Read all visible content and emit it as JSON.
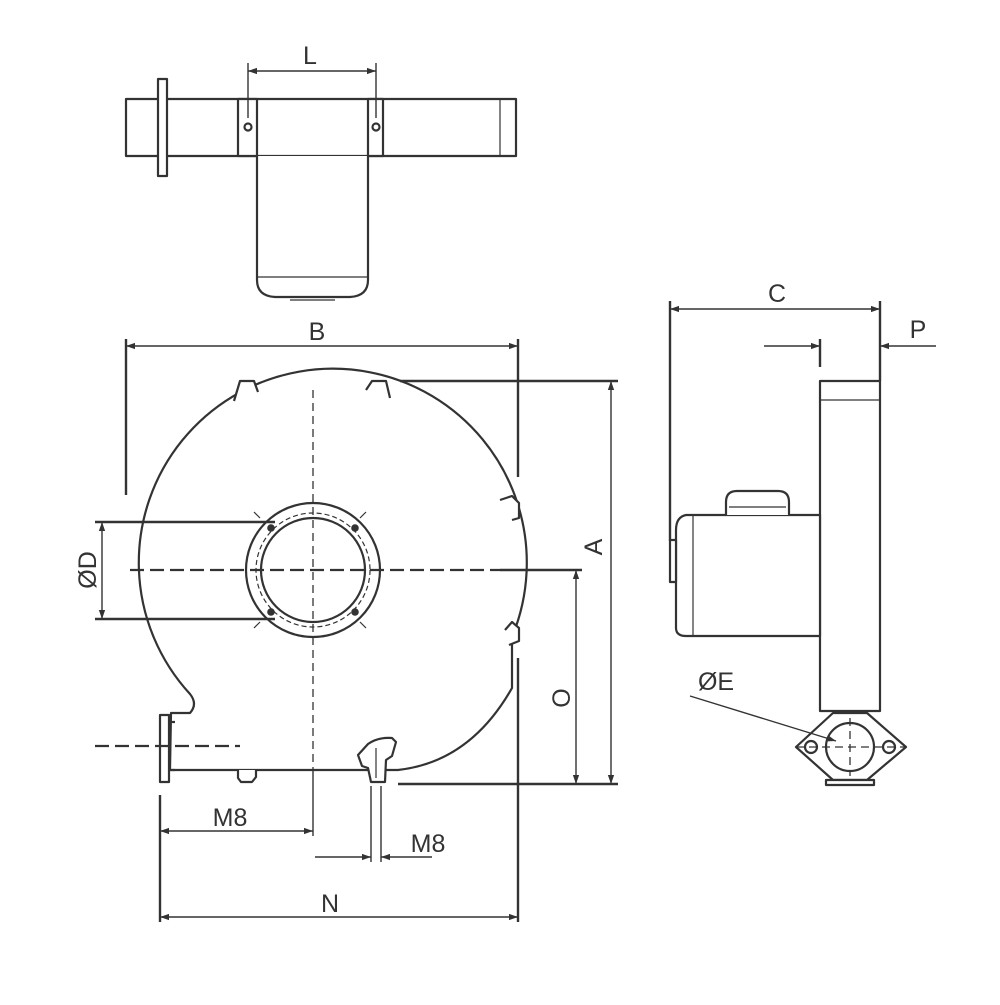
{
  "labels": {
    "L": "L",
    "B": "B",
    "C": "C",
    "P": "P",
    "A": "A",
    "D": "ØD",
    "O": "O",
    "E": "ØE",
    "M8_left": "M8",
    "M8_bottom": "M8",
    "N": "N"
  }
}
